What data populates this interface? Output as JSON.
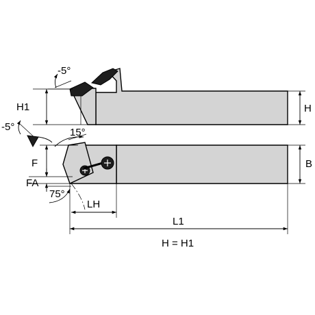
{
  "labels": {
    "h1_left": "H1",
    "h_right": "H",
    "b_right": "B",
    "f": "F",
    "fa": "FA",
    "lh": "LH",
    "l1": "L1",
    "formula": "H = H1",
    "angle_neg5_top": "-5°",
    "angle_neg5_side": "-5°",
    "angle_15": "15°",
    "angle_75": "75°"
  },
  "colors": {
    "body_fill": "#d4d4d4",
    "dark_fill": "#1e1e1e",
    "line": "#000000"
  }
}
